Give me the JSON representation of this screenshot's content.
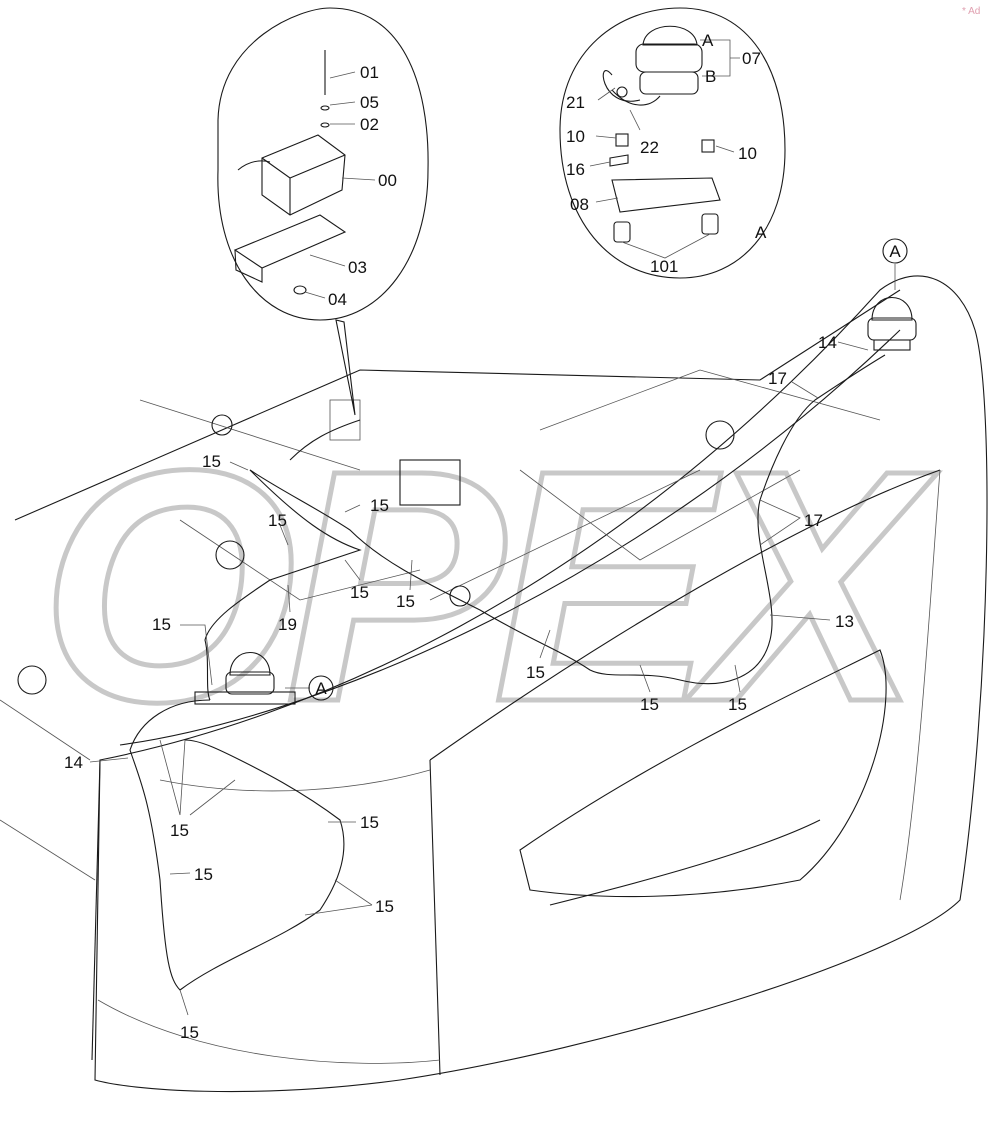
{
  "watermark": "OPEX",
  "corner_mark": "* Ad",
  "detail_letter": "A",
  "callouts": [
    {
      "id": "top-01",
      "text": "01"
    },
    {
      "id": "top-05",
      "text": "05"
    },
    {
      "id": "top-02",
      "text": "02"
    },
    {
      "id": "top-00",
      "text": "00"
    },
    {
      "id": "top-03",
      "text": "03"
    },
    {
      "id": "top-04",
      "text": "04"
    },
    {
      "id": "a-A",
      "text": "A"
    },
    {
      "id": "a-B",
      "text": "B"
    },
    {
      "id": "a-07",
      "text": "07"
    },
    {
      "id": "a-21",
      "text": "21"
    },
    {
      "id": "a-22",
      "text": "22"
    },
    {
      "id": "a-10l",
      "text": "10"
    },
    {
      "id": "a-10r",
      "text": "10"
    },
    {
      "id": "a-16",
      "text": "16"
    },
    {
      "id": "a-08",
      "text": "08"
    },
    {
      "id": "a-letter",
      "text": "A"
    },
    {
      "id": "a-101",
      "text": "101"
    },
    {
      "id": "m-14r",
      "text": "14"
    },
    {
      "id": "m-17a",
      "text": "17"
    },
    {
      "id": "m-17b",
      "text": "17"
    },
    {
      "id": "m-13",
      "text": "13"
    },
    {
      "id": "m-15a",
      "text": "15"
    },
    {
      "id": "m-15b",
      "text": "15"
    },
    {
      "id": "m-15c",
      "text": "15"
    },
    {
      "id": "m-15d",
      "text": "15"
    },
    {
      "id": "m-15e",
      "text": "15"
    },
    {
      "id": "m-15f",
      "text": "15"
    },
    {
      "id": "m-19",
      "text": "19"
    },
    {
      "id": "m-15g",
      "text": "15"
    },
    {
      "id": "m-15h",
      "text": "15"
    },
    {
      "id": "m-15i",
      "text": "15"
    },
    {
      "id": "m-14l",
      "text": "14"
    },
    {
      "id": "m-15j",
      "text": "15"
    },
    {
      "id": "m-15k",
      "text": "15"
    },
    {
      "id": "m-15l",
      "text": "15"
    },
    {
      "id": "m-15m",
      "text": "15"
    },
    {
      "id": "m-15n",
      "text": "15"
    }
  ],
  "circle_refs": [
    {
      "id": "ref-top",
      "text": "A"
    },
    {
      "id": "ref-left",
      "text": "A"
    }
  ]
}
